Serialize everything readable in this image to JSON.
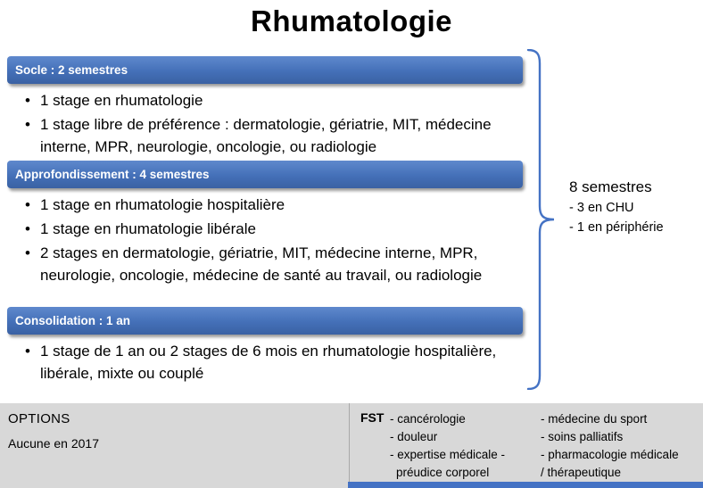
{
  "title": "Rhumatologie",
  "colors": {
    "banner_blue": "#4472C4",
    "banner_gradient_top": "#5F89CD",
    "banner_gradient_bottom": "#3A61A3",
    "bracket_blue": "#4472C4",
    "footer_gray": "#D8D8D8"
  },
  "sections": [
    {
      "header": "Socle : 2 semestres",
      "bullets": [
        "1 stage en rhumatologie",
        "1 stage libre de préférence : dermatologie, gériatrie, MIT, médecine interne, MPR, neurologie, oncologie, ou radiologie"
      ]
    },
    {
      "header": "Approfondissement : 4 semestres",
      "bullets": [
        "1 stage en rhumatologie hospitalière",
        "1 stage en rhumatologie libérale",
        "2 stages en dermatologie, gériatrie, MIT, médecine interne, MPR, neurologie, oncologie, médecine de santé au travail, ou radiologie"
      ]
    },
    {
      "header": "Consolidation : 1 an",
      "bullets": [
        "1 stage de 1 an ou 2 stages de 6 mois en rhumatologie hospitalière, libérale, mixte ou couplé"
      ]
    }
  ],
  "summary": {
    "title": "8 semestres",
    "lines": [
      "- 3 en CHU",
      "- 1 en périphérie"
    ]
  },
  "footer": {
    "options": {
      "title": "OPTIONS",
      "note": "Aucune en 2017"
    },
    "fst": {
      "label": "FST",
      "column1": [
        "- cancérologie",
        "- douleur",
        "- expertise médicale -",
        "préudice corporel"
      ],
      "column2": [
        "- médecine du sport",
        "- soins palliatifs",
        "- pharmacologie médicale",
        "/ thérapeutique"
      ]
    }
  }
}
